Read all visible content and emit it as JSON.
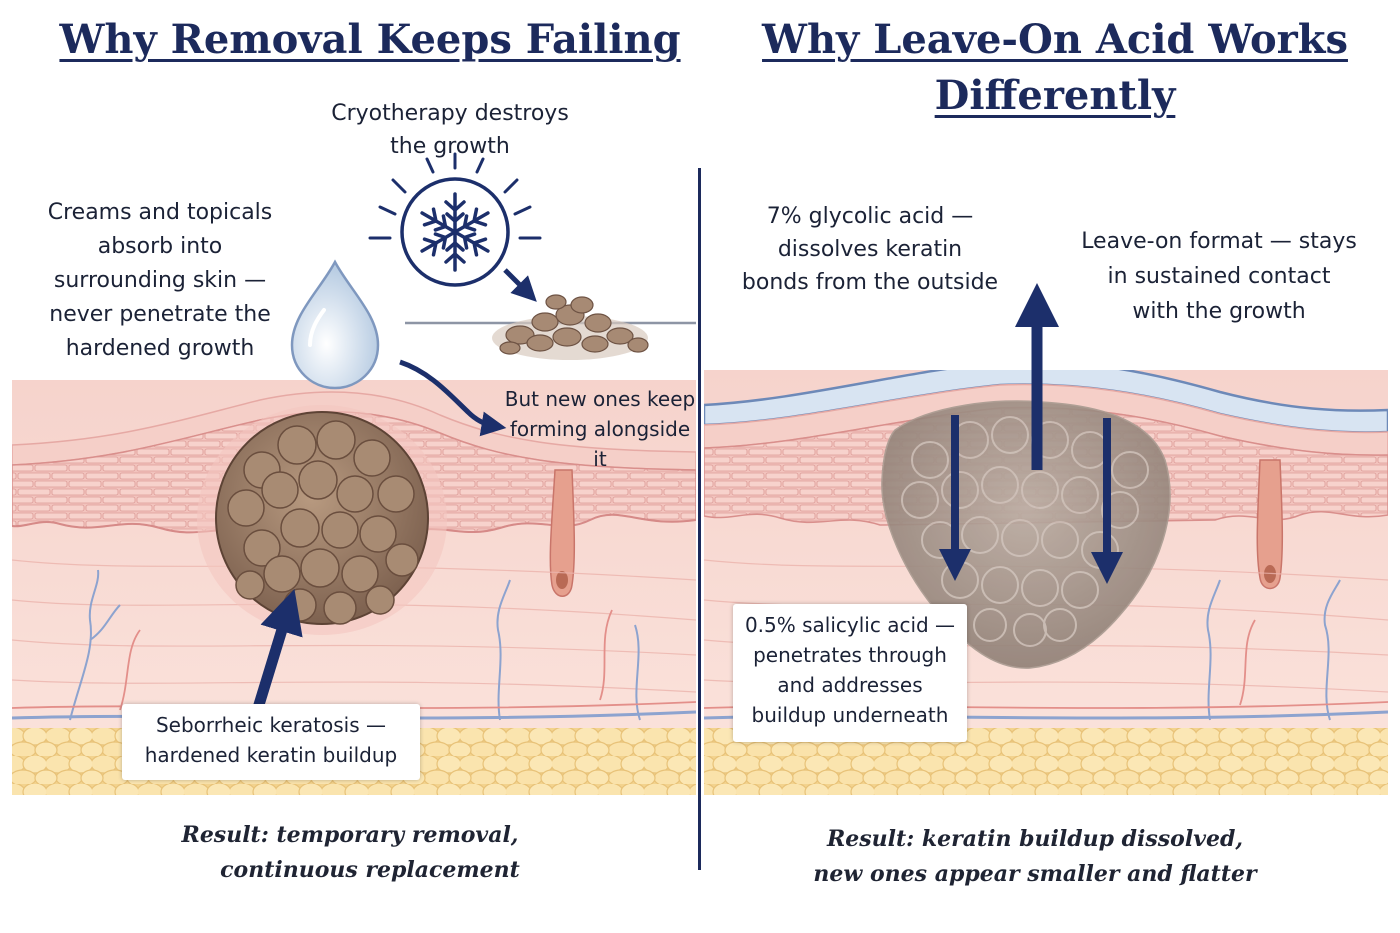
{
  "left": {
    "title": "Why Removal Keeps Failing",
    "cryo_label": [
      "Cryotherapy destroys",
      "the growth"
    ],
    "creams_label": [
      "Creams and topicals",
      "absorb into",
      "surrounding skin —",
      "never penetrate the",
      "hardened growth"
    ],
    "new_ones_label": [
      "But new ones keep",
      "forming alongside it"
    ],
    "keratosis_label": [
      "Seborrheic keratosis —",
      "hardened keratin buildup"
    ],
    "result": [
      "Result: temporary removal,",
      "continuous replacement"
    ],
    "icons": [
      "snowflake-icon",
      "water-drop-icon"
    ]
  },
  "right": {
    "title": [
      "Why Leave-On Acid Works",
      "Differently"
    ],
    "glycolic_label": [
      "7% glycolic acid —",
      "dissolves keratin",
      "bonds from the outside"
    ],
    "leave_on_label": [
      "Leave-on format — stays",
      "in sustained contact",
      "with the growth"
    ],
    "salicylic_label": [
      "0.5% salicylic acid —",
      "penetrates through",
      "and addresses",
      "buildup underneath"
    ],
    "result": [
      "Result: keratin buildup dissolved,",
      "new ones appear smaller and flatter"
    ]
  },
  "colors": {
    "title_navy": "#1c2a5c",
    "arrow_navy": "#1c2f6b",
    "skin_pink": "#f8dcd4",
    "epidermis_pink": "#efb8b4",
    "fat_yellow": "#f7e0a8",
    "growth_brown": "#9c8068",
    "vein_blue": "#8da3cf"
  }
}
